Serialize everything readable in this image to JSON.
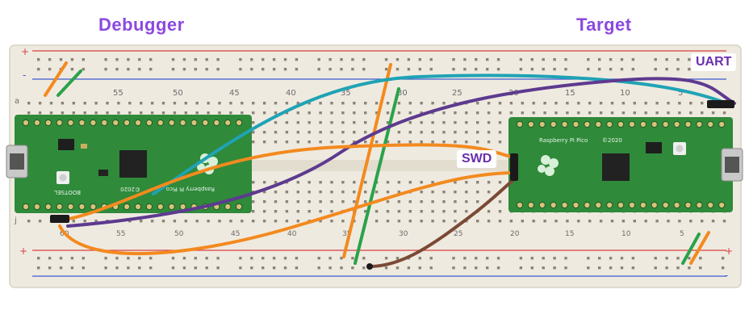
{
  "labels": {
    "debugger": "Debugger",
    "target": "Target",
    "uart": "UART",
    "swd": "SWD"
  },
  "breadboard": {
    "column_numbers_top": [
      "55",
      "50",
      "45",
      "40",
      "35",
      "30",
      "25",
      "20",
      "15",
      "10",
      "5"
    ],
    "column_numbers_bottom": [
      "60",
      "55",
      "50",
      "45",
      "40",
      "35",
      "30",
      "25",
      "20",
      "15",
      "10",
      "5"
    ],
    "row_letters": [
      "a",
      "j"
    ],
    "rail_signs": [
      "+",
      "-"
    ]
  },
  "boards": {
    "left_silkscreen": [
      "BOOTSEL",
      "Raspberry Pi Pico",
      "©2020"
    ],
    "right_silkscreen": [
      "Raspberry Pi Pico",
      "©2020"
    ]
  },
  "colors": {
    "label_purple": "#8b49e0",
    "callout_purple": "#6a2fae",
    "breadboard": "#efeae0",
    "pcb_green": "#2f8a3a",
    "rail_red": "#d84040",
    "rail_blue": "#3b5bd0",
    "wire_orange": "#f38a1f",
    "wire_purple": "#5d3a8f",
    "wire_teal": "#1fa3b5",
    "wire_green": "#2aa24a",
    "wire_brown": "#7a4a35"
  }
}
